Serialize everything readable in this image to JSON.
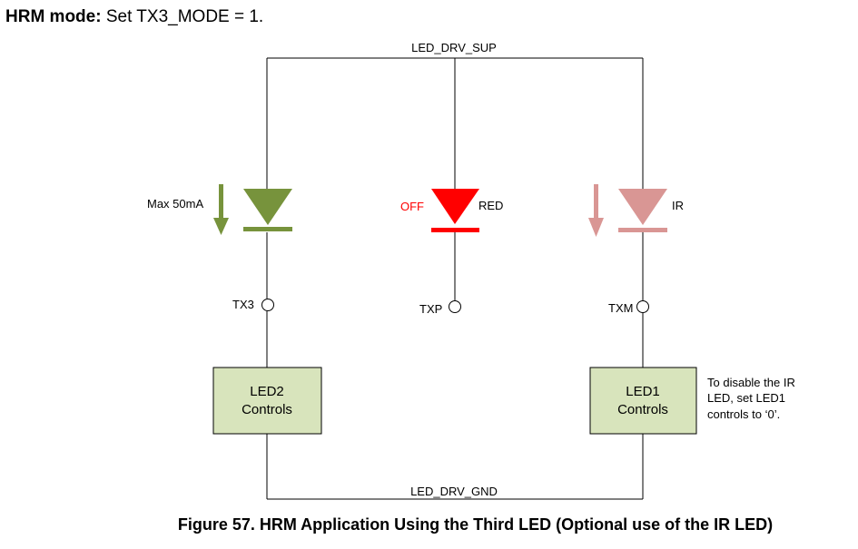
{
  "heading": {
    "bold": "HRM mode:",
    "rest": " Set TX3_MODE = 1."
  },
  "rails": {
    "supply": "LED_DRV_SUP",
    "ground": "LED_DRV_GND"
  },
  "leds": {
    "left": {
      "label": "Max 50mA",
      "color": "#77933c"
    },
    "middle": {
      "state_label": "OFF",
      "name_label": "RED",
      "color": "#ff0000"
    },
    "right": {
      "name_label": "IR",
      "color": "#d99694"
    }
  },
  "pins": {
    "tx3": "TX3",
    "txp": "TXP",
    "txm": "TXM"
  },
  "controls": {
    "box_color": "#d8e4bc",
    "led2": [
      "LED2",
      "Controls"
    ],
    "led1": [
      "LED1",
      "Controls"
    ]
  },
  "note": [
    "To disable the IR",
    "LED, set LED1",
    "controls to ‘0’."
  ],
  "caption": "Figure 57.  HRM Application Using the Third LED (Optional use of the IR LED)"
}
